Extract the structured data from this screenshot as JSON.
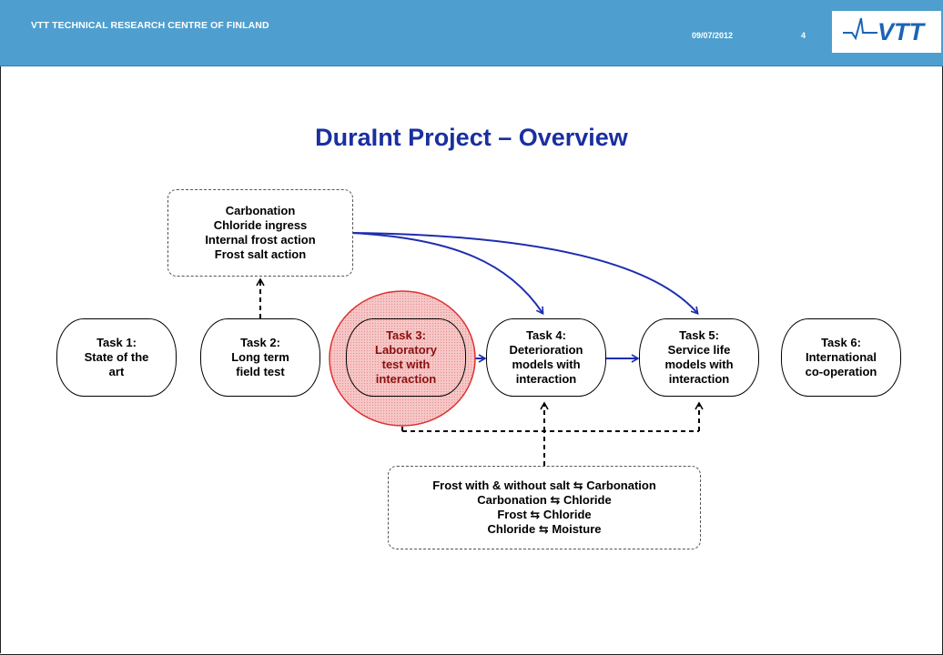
{
  "header": {
    "organization": "VTT TECHNICAL RESEARCH CENTRE OF FINLAND",
    "date": "09/07/2012",
    "page_number": "4",
    "logo_text": "VTT",
    "background_color": "#4e9fcf"
  },
  "title": "DuraInt Project – Overview",
  "phenomena_box": {
    "lines": [
      "Carbonation",
      "Chloride ingress",
      "Internal frost action",
      "Frost salt action"
    ]
  },
  "tasks": [
    {
      "id": "task1",
      "lines": [
        "Task 1:",
        "State of the",
        "art"
      ]
    },
    {
      "id": "task2",
      "lines": [
        "Task 2:",
        "Long term",
        "field test"
      ]
    },
    {
      "id": "task3",
      "lines": [
        "Task 3:",
        "Laboratory",
        "test with",
        "interaction"
      ],
      "highlighted": true
    },
    {
      "id": "task4",
      "lines": [
        "Task 4:",
        "Deterioration",
        "models with",
        "interaction"
      ]
    },
    {
      "id": "task5",
      "lines": [
        "Task 5:",
        "Service life",
        "models with",
        "interaction"
      ]
    },
    {
      "id": "task6",
      "lines": [
        "Task 6:",
        "International",
        "co-operation"
      ]
    }
  ],
  "interactions_box": {
    "lines": [
      "Frost with & without salt ⇆ Carbonation",
      "Carbonation ⇆ Chloride",
      "Frost ⇆ Chloride",
      "Chloride ⇆ Moisture"
    ]
  },
  "colors": {
    "title": "#1a2fa0",
    "arrow_blue": "#1d2db0",
    "highlight_fill": "#f0b4b4",
    "highlight_border": "#e03030",
    "highlight_text": "#8a1010"
  }
}
